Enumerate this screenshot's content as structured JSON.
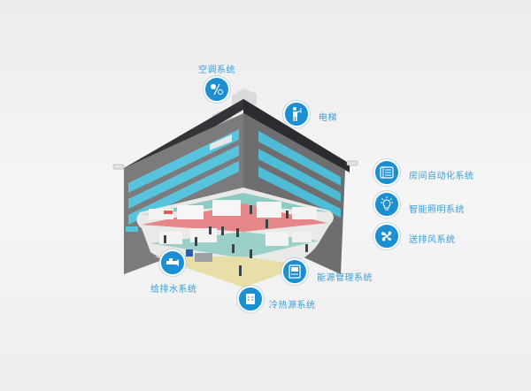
{
  "colors": {
    "accent": "#1c8fd3",
    "label_text": "#3a9fd6",
    "background": "#f0f0f0",
    "building_gray": "#7b7b7d",
    "roof_dark": "#333438",
    "glass_cyan": "#57c3dc",
    "floor_pink": "#e58688",
    "floor_teal": "#8ccbc4",
    "basement_sand": "#e8dfa8"
  },
  "systems": [
    {
      "id": "hvac",
      "label": "空调系统",
      "icon": "fan-snowflake-icon"
    },
    {
      "id": "elevator",
      "label": "电梯",
      "icon": "person-elevator-icon"
    },
    {
      "id": "room-automation",
      "label": "房间自动化系统",
      "icon": "panel-icon"
    },
    {
      "id": "lighting",
      "label": "智能照明系统",
      "icon": "lightbulb-icon"
    },
    {
      "id": "ventilation",
      "label": "送排风系统",
      "icon": "fan-icon"
    },
    {
      "id": "water",
      "label": "给排水系统",
      "icon": "water-pump-icon"
    },
    {
      "id": "energy",
      "label": "能源管理系统",
      "icon": "meter-icon"
    },
    {
      "id": "heat-cool",
      "label": "冷热源系统",
      "icon": "control-box-icon"
    }
  ]
}
